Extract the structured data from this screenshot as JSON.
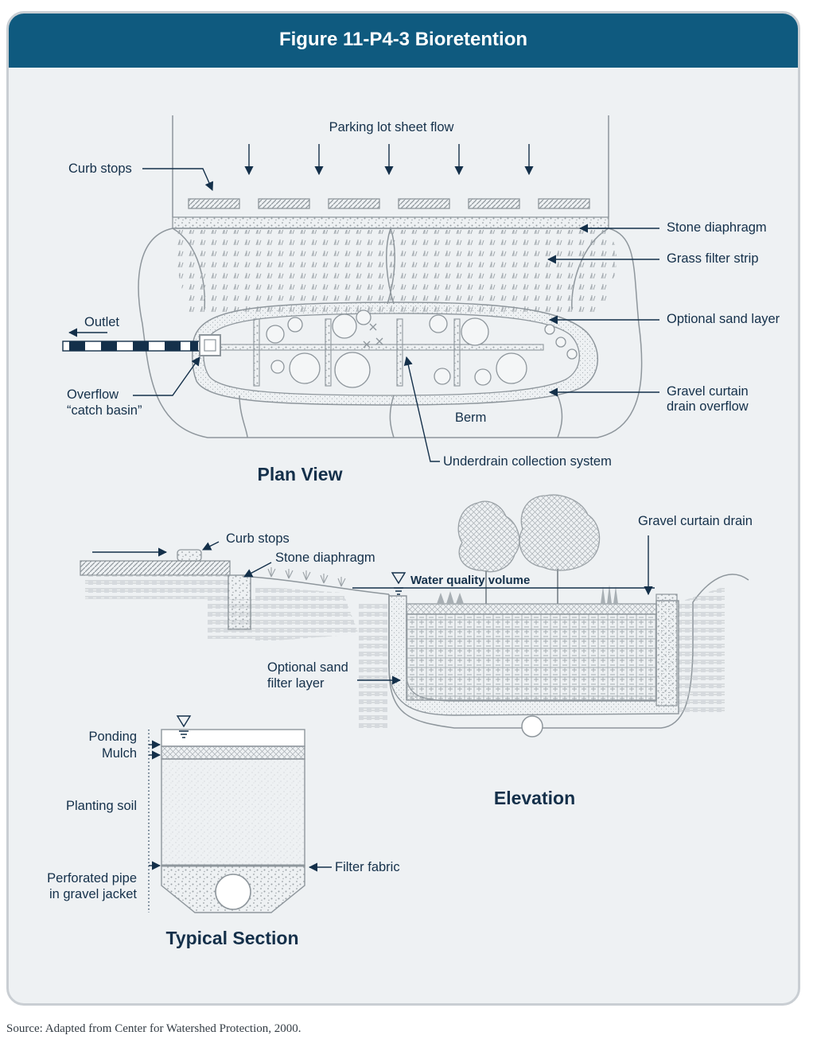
{
  "title": "Figure 11-P4-3  Bioretention",
  "source": "Source: Adapted from Center for Watershed Protection, 2000.",
  "plan_view": {
    "title": "Plan View",
    "labels": {
      "parking_flow": "Parking lot sheet flow",
      "curb_stops": "Curb stops",
      "stone_diaphragm": "Stone diaphragm",
      "grass_filter": "Grass filter strip",
      "optional_sand": "Optional sand layer",
      "outlet": "Outlet",
      "overflow_1": "Overflow",
      "overflow_2": "“catch basin”",
      "gravel_curtain_1": "Gravel curtain",
      "gravel_curtain_2": "drain overflow",
      "berm": "Berm",
      "underdrain": "Underdrain collection system"
    }
  },
  "elevation": {
    "title": "Elevation",
    "labels": {
      "curb_stops": "Curb stops",
      "stone_diaphragm": "Stone diaphragm",
      "water_quality": "Water quality volume",
      "gravel_curtain": "Gravel curtain drain",
      "optional_sand_1": "Optional sand",
      "optional_sand_2": "filter layer"
    }
  },
  "typical_section": {
    "title": "Typical Section",
    "labels": {
      "ponding": "Ponding",
      "mulch": "Mulch",
      "planting_soil": "Planting soil",
      "filter_fabric": "Filter fabric",
      "pipe_1": "Perforated pipe",
      "pipe_2": "in gravel jacket"
    }
  },
  "colors": {
    "header": "#0f5a7f",
    "panel": "#eef1f3",
    "ink": "#14304a",
    "drawing": "#8e969c"
  }
}
